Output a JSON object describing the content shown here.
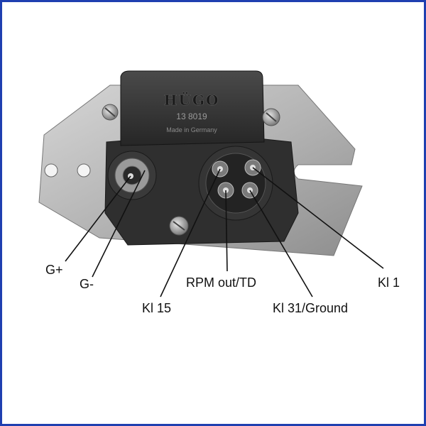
{
  "frame": {
    "border_color": "#1f3fb0"
  },
  "module": {
    "brand": "HÜGO",
    "part_number": "13 8019",
    "origin_text": "Made in Germany"
  },
  "labels": {
    "g_plus": "G+",
    "g_minus": "G-",
    "kl15": "Kl 15",
    "rpm": "RPM out/TD",
    "kl31": "Kl 31/Ground",
    "kl1": "Kl 1"
  }
}
